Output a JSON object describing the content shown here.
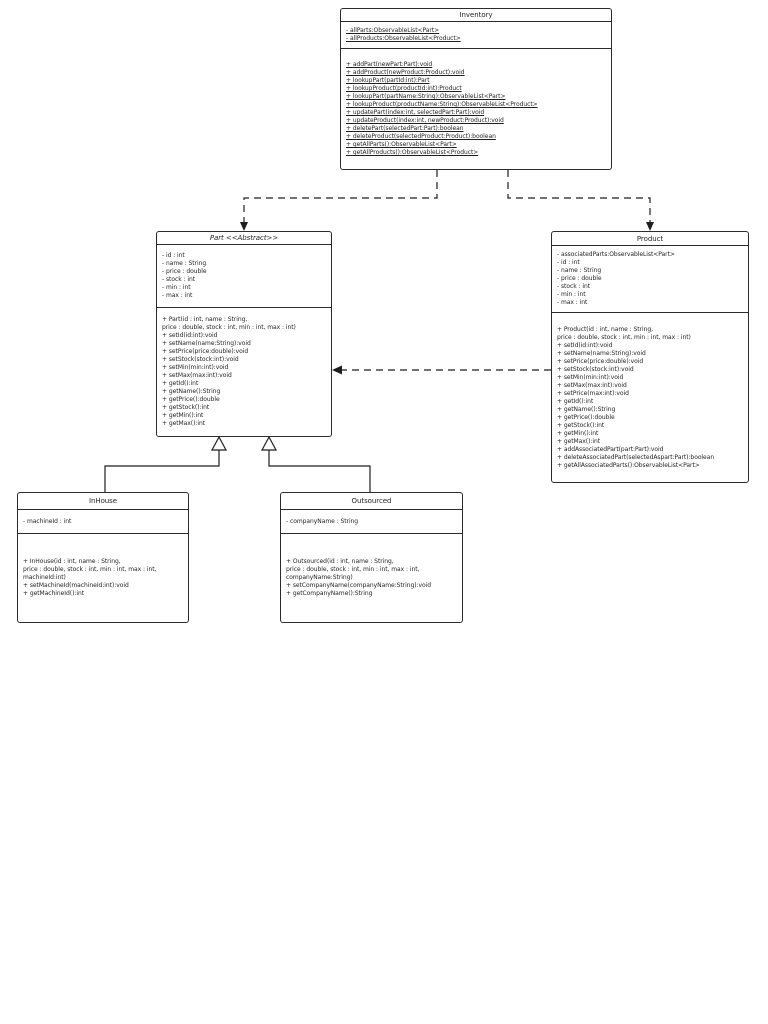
{
  "page": {
    "background_color": "#ffffff",
    "line_color": "#1f1f1f",
    "description": "UML class diagram of an Inventory management model"
  },
  "diagram": {
    "type": "uml-class-diagram",
    "classes": {
      "inventory": {
        "title": "Inventory",
        "static_members_underlined": true,
        "fields": [
          "- allParts:ObservableList<Part>",
          "- allProducts:ObservableList<Product>"
        ],
        "methods": [
          "+ addPart(newPart:Part):void",
          "+ addProduct(newProduct:Product):void",
          "+ lookupPart(partId:int):Part",
          "+ lookupProduct(productId:int):Product",
          "+ lookupPart(partName:String):ObservableList<Part>",
          "+ lookupProduct(productName:String):ObservableList<Product>",
          "+ updatePart(index:int, selectedPart:Part):void",
          "+ updateProduct(index:int, newProduct:Product):void",
          "+ deletePart(selectedPart:Part):boolean",
          "+ deleteProduct(selectedProduct:Product):boolean",
          "+ getAllParts():ObservableList<Part>",
          "+ getAllProducts():ObservableList<Product>"
        ]
      },
      "part": {
        "title": "Part <<Abstract>>",
        "abstract": true,
        "fields": [
          "- id : int",
          "- name : String",
          "- price : double",
          "- stock : int",
          "- min : int",
          "- max : int"
        ],
        "methods": [
          "+ Part(id : int, name : String,",
          "price : double, stock : int, min : int,  max : int)",
          "+ setId(id:int):void",
          "+ setName(name:String):void",
          "+ setPrice(price:double):void",
          "+ setStock(stock:int):void",
          "+ setMin(min:int):void",
          "+ setMax(max:int):void",
          "+ getId():int",
          "+ getName():String",
          "+ getPrice():double",
          "+ getStock():int",
          "+ getMin():int",
          "+ getMax():int"
        ]
      },
      "product": {
        "title": "Product",
        "fields": [
          "- associatedParts:ObservableList<Part>",
          "- id : int",
          "- name : String",
          "- price : double",
          "- stock : int",
          "- min : int",
          "- max : int"
        ],
        "methods": [
          "+ Product(id : int, name : String,",
          "price : double, stock : int, min : int,  max : int)",
          "+ setId(id:int):void",
          "+ setName(name:String):void",
          "+ setPrice(price:double):void",
          "+ setStock(stock:int):void",
          "+ setMin(min:int):void",
          "+ setMax(max:int):void",
          "+ setPrice(max:int):void",
          "+ getId():int",
          "+ getName():String",
          "+ getPrice():double",
          "+ getStock():int",
          "+ getMin():int",
          "+ getMax():int",
          "+ addAssociatedPart(part:Part):void",
          "+ deleteAssociatedPart(selectedAspart:Part):boolean",
          "+ getAllAssociatedParts():ObservableList<Part>"
        ]
      },
      "inhouse": {
        "title": "InHouse",
        "fields": [
          "- machineId : int"
        ],
        "methods": [
          "+ InHouse(id : int, name : String,",
          "price : double, stock : int, min : int,  max : int,",
          "machineId:int)",
          "+ setMachineId(machineId:int):void",
          "+ getMachineId():int"
        ]
      },
      "outsourced": {
        "title": "Outsourced",
        "fields": [
          "- companyName : String"
        ],
        "methods": [
          "+ Outsourced(id : int, name : String,",
          "price : double, stock : int, min : int,  max : int,",
          "companyName:String)",
          "+ setCompanyName(companyName:String):void",
          "+ getCompanyName():String"
        ]
      }
    },
    "relationships": [
      {
        "from": "Inventory",
        "to": "Part",
        "type": "dependency",
        "style": "dashed, filled arrowhead"
      },
      {
        "from": "Inventory",
        "to": "Product",
        "type": "dependency",
        "style": "dashed, filled arrowhead"
      },
      {
        "from": "Product",
        "to": "Part",
        "type": "dependency",
        "style": "dashed, filled arrowhead"
      },
      {
        "from": "InHouse",
        "to": "Part",
        "type": "generalization",
        "style": "solid, hollow triangle"
      },
      {
        "from": "Outsourced",
        "to": "Part",
        "type": "generalization",
        "style": "solid, hollow triangle"
      }
    ]
  }
}
